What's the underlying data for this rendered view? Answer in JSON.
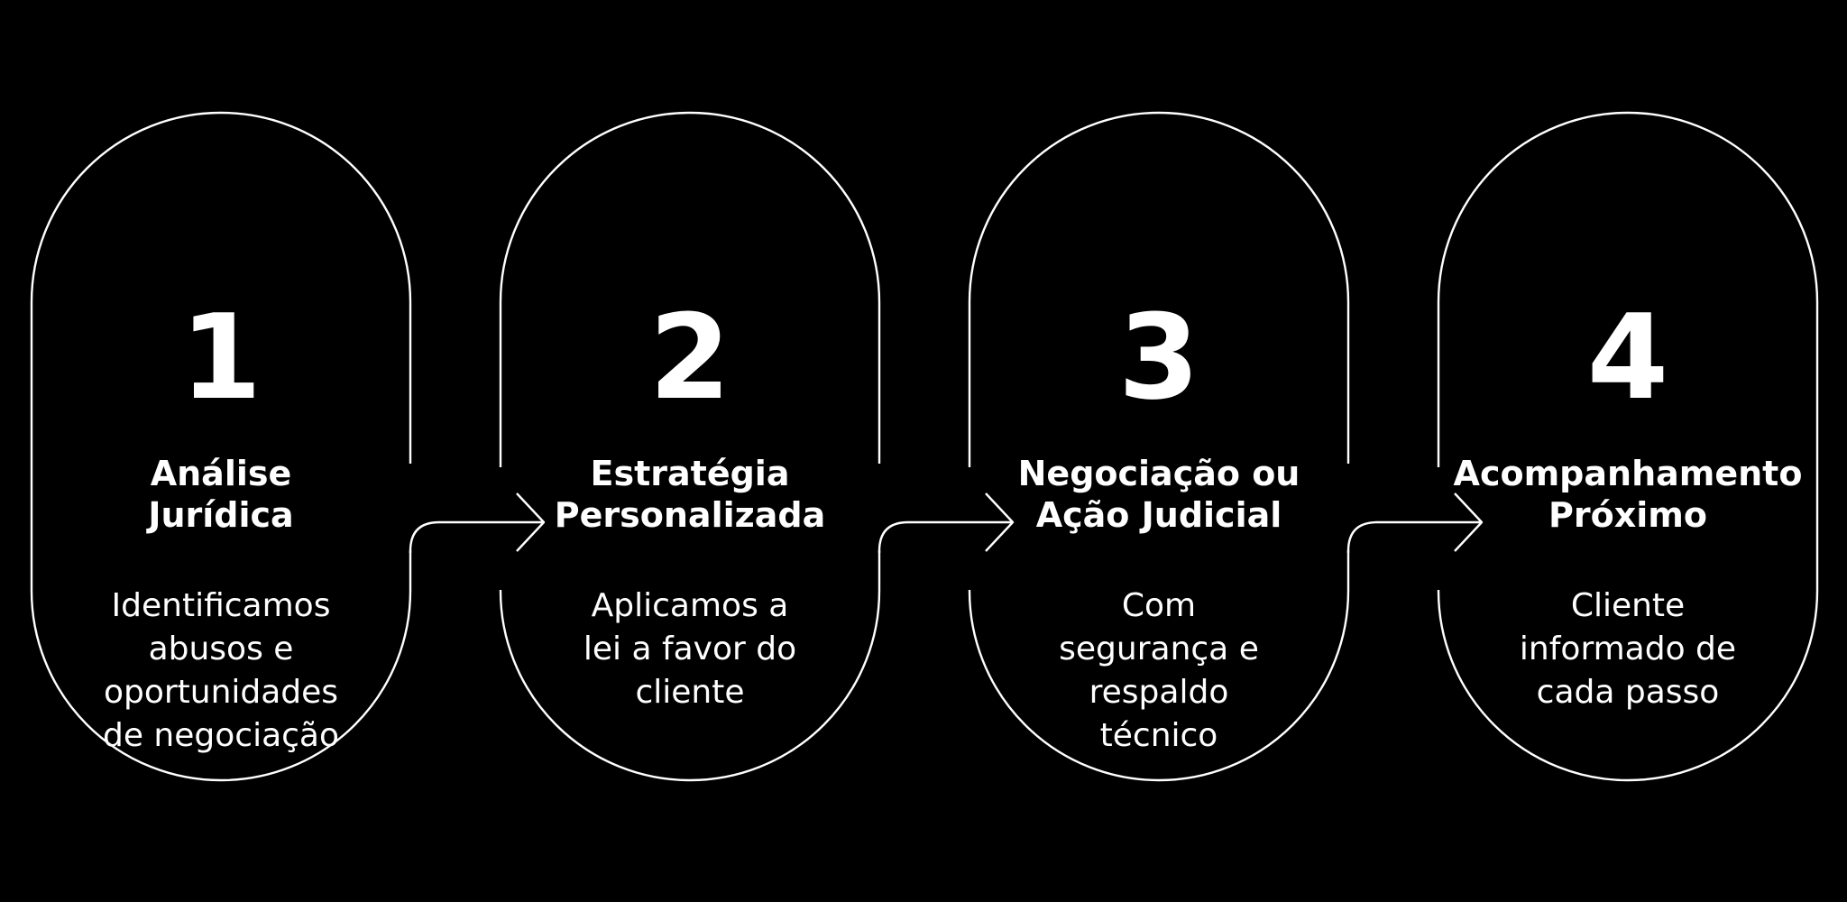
{
  "colors": {
    "background": "#000000",
    "outline": "#ffffff",
    "text": "#ffffff"
  },
  "steps": [
    {
      "number": "1",
      "title": "Análise\nJurídica",
      "description": "Identificamos\nabusos e\noportunidades\nde negociação"
    },
    {
      "number": "2",
      "title": "Estratégia\nPersonalizada",
      "description": "Aplicamos a\nlei a favor do\ncliente"
    },
    {
      "number": "3",
      "title": "Negociação ou\nAção Judicial",
      "description": "Com\nsegurança e\nrespaldo\ntécnico"
    },
    {
      "number": "4",
      "title": "Acompanhamento\nPróximo",
      "description": "Cliente\ninformado de\ncada passo"
    }
  ]
}
